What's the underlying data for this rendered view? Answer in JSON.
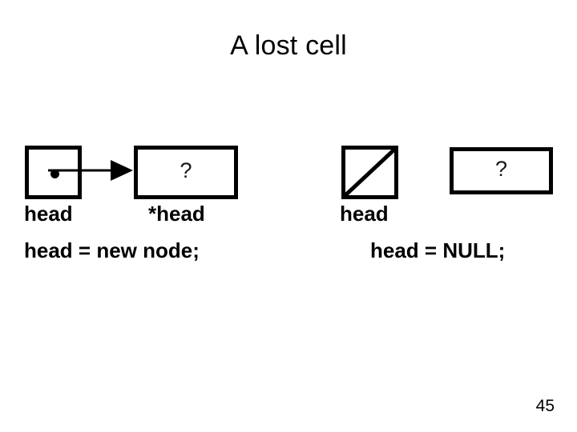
{
  "slide": {
    "title": "A lost cell",
    "page_number": "45",
    "background_color": "#ffffff",
    "ink_color": "#000000"
  },
  "left_group": {
    "pointer_box": {
      "label": "head",
      "content": "dot-pointer"
    },
    "arrow": {
      "icon": "arrow-right-icon"
    },
    "node_box": {
      "label": "*head",
      "value": "?"
    },
    "caption": "head = new node;"
  },
  "right_group": {
    "pointer_box": {
      "label": "head",
      "content": "null-slash"
    },
    "lost_cell_box": {
      "label": "",
      "value": "?"
    },
    "caption": "head = NULL;"
  }
}
